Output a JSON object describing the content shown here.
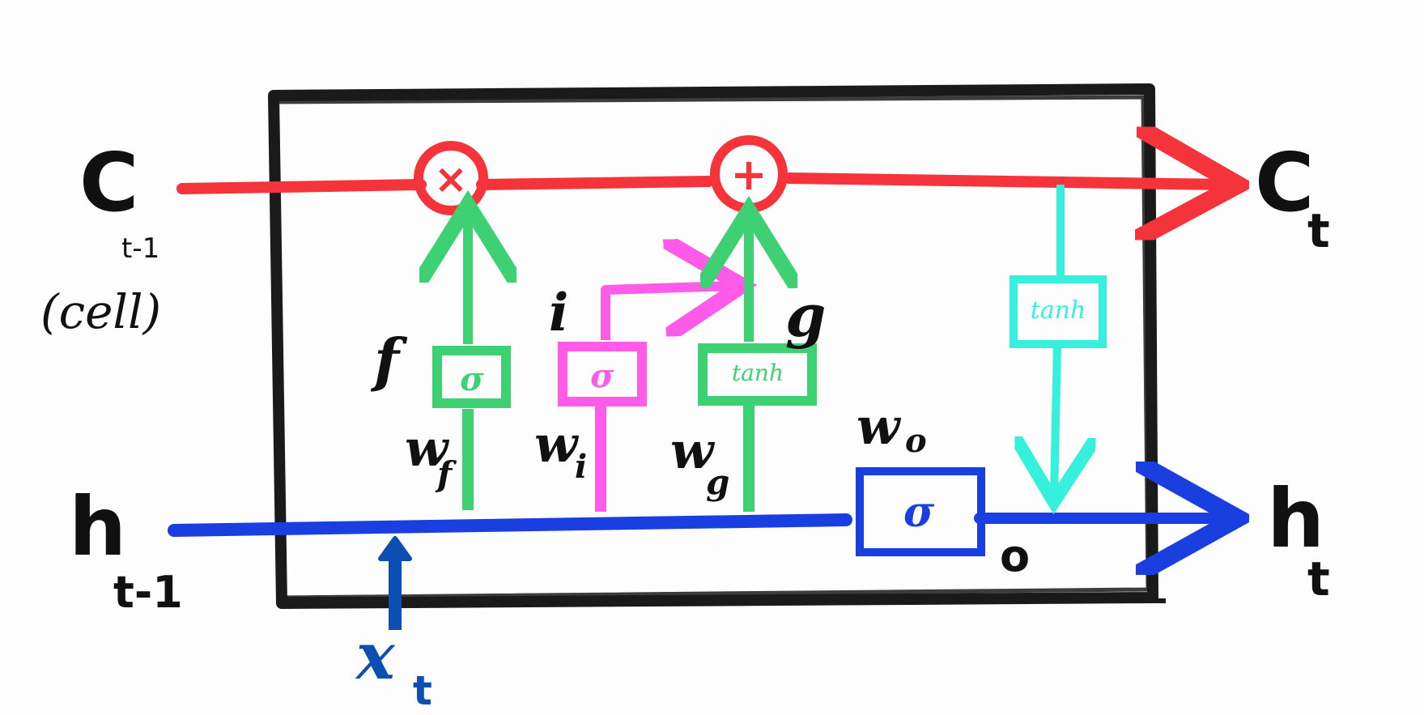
{
  "colors": {
    "frame": "#1a1a1a",
    "cell_line": "#f5333a",
    "hidden_line": "#1a3fe0",
    "forget": "#3ed174",
    "input": "#ff5ae8",
    "candidate": "#3ed174",
    "output": "#1a3fe0",
    "cell_tanh": "#34f0dc",
    "x_input": "#0b4fb3",
    "text": "#111111"
  },
  "labels": {
    "c_prev": "C",
    "c_prev_sub": "t-1",
    "c_prev_note": "(cell)",
    "c_next": "C",
    "c_next_sub": "t",
    "h_prev": "h",
    "h_prev_sub": "t-1",
    "h_next": "h",
    "h_next_sub": "t",
    "x_in": "x",
    "x_in_sub": "t",
    "f": "f",
    "i": "i",
    "g": "g",
    "o": "o",
    "wf": "w",
    "wf_sub": "f",
    "wi": "w",
    "wi_sub": "i",
    "wg": "w",
    "wg_sub": "g",
    "wo": "w",
    "wo_sub": "o"
  },
  "operators": {
    "multiply": "×",
    "add": "+"
  },
  "gates": {
    "forget": "σ",
    "input": "σ",
    "candidate": "tanh",
    "output": "σ",
    "cell_activation": "tanh"
  }
}
